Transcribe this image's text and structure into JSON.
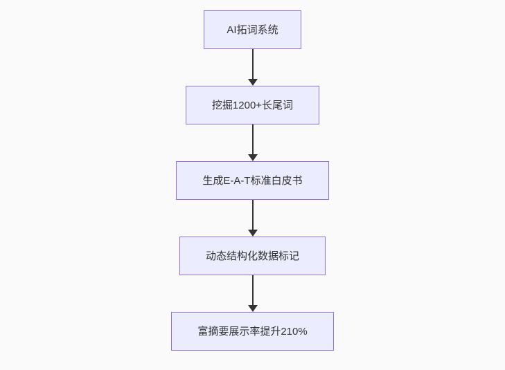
{
  "diagram": {
    "type": "flowchart-top-down",
    "colors": {
      "bg": "#fafafa",
      "node_fill": "#ececff",
      "node_border": "#9370db",
      "text_color": "#333333",
      "arrow_color": "#333333"
    },
    "nodes": [
      {
        "id": "A",
        "label": "AI拓词系统"
      },
      {
        "id": "B",
        "label": "挖掘1200+长尾词"
      },
      {
        "id": "C",
        "label": "生成E-A-T标准白皮书"
      },
      {
        "id": "D",
        "label": "动态结构化数据标记"
      },
      {
        "id": "E",
        "label": "富摘要展示率提升210%"
      }
    ],
    "edges": [
      {
        "from": "A",
        "to": "B",
        "style": "solid-arrow"
      },
      {
        "from": "B",
        "to": "C",
        "style": "solid-arrow"
      },
      {
        "from": "C",
        "to": "D",
        "style": "solid-arrow"
      },
      {
        "from": "D",
        "to": "E",
        "style": "solid-arrow"
      }
    ]
  }
}
